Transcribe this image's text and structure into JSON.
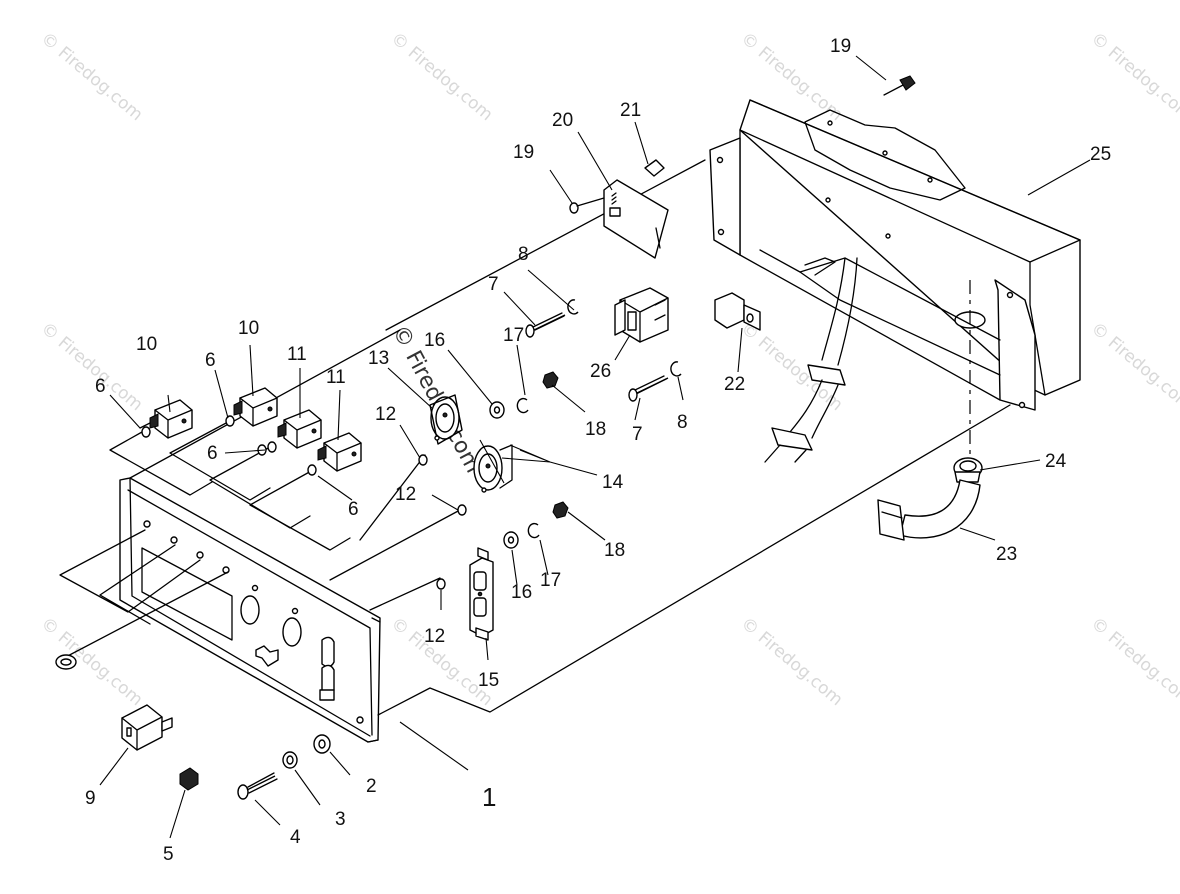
{
  "watermark": {
    "text": "© Firedog.com",
    "center_text": "© Firedog.com"
  },
  "callouts": {
    "n1": "1",
    "n2": "2",
    "n3": "3",
    "n4": "4",
    "n5": "5",
    "n6a": "6",
    "n6b": "6",
    "n6c": "6",
    "n6d": "6",
    "n7a": "7",
    "n7b": "7",
    "n8a": "8",
    "n8b": "8",
    "n9": "9",
    "n10a": "10",
    "n10b": "10",
    "n11a": "11",
    "n11b": "11",
    "n12a": "12",
    "n12b": "12",
    "n12c": "12",
    "n13": "13",
    "n14": "14",
    "n15": "15",
    "n16a": "16",
    "n16b": "16",
    "n17a": "17",
    "n17b": "17",
    "n18a": "18",
    "n18b": "18",
    "n19a": "19",
    "n19b": "19",
    "n20": "20",
    "n21": "21",
    "n22": "22",
    "n23": "23",
    "n24": "24",
    "n25": "25",
    "n26": "26"
  }
}
